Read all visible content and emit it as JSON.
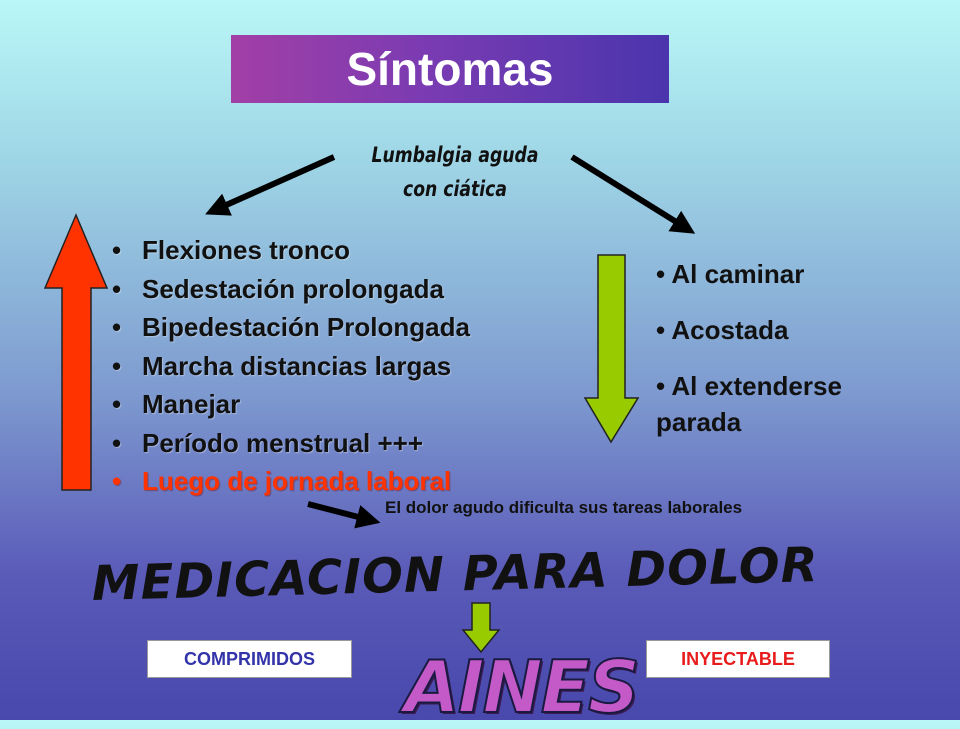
{
  "title": "Síntomas",
  "subtitle_line1": "Lumbalgia aguda",
  "subtitle_line2": "con ciática",
  "left_items": [
    "Flexiones tronco",
    "Sedestación prolongada",
    "Bipedestación Prolongada",
    "Marcha distancias largas",
    "Manejar",
    "Período menstrual +++",
    "Luego de jornada laboral"
  ],
  "right_items": [
    "Al caminar",
    "Acostada",
    "Al extenderse"
  ],
  "right_item3_line2": "parada",
  "bullet": "•",
  "note": "El dolor agudo dificulta sus tareas laborales",
  "medication_title": "MEDICACION PARA DOLOR",
  "box_left": "COMPRIMIDOS",
  "box_right": "INYECTABLE",
  "aines": "AINES",
  "colors": {
    "red_arrow": "#ff3300",
    "green_arrow": "#99cc00",
    "highlight_text": "#ff3300"
  }
}
